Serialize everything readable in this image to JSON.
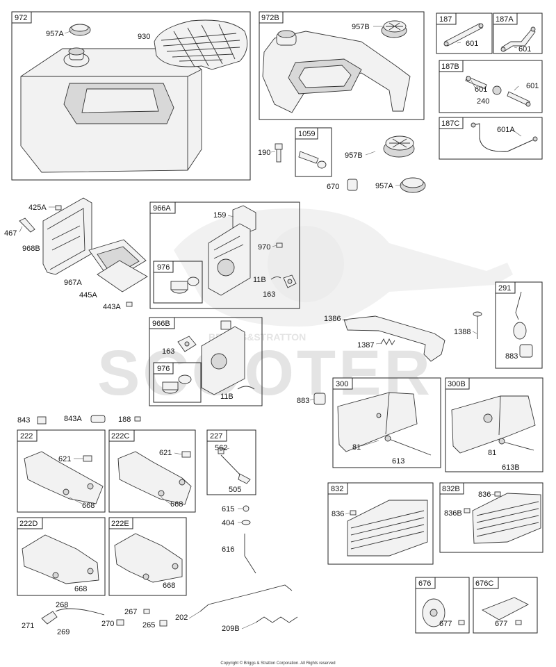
{
  "watermark": {
    "brand_small": "BRIGGS&STRATTON",
    "brand_large": "SCOOTER"
  },
  "copyright": "Copyright © Briggs & Stratton Corporation. All Rights reserved",
  "boxes": {
    "b972": "972",
    "b972B": "972B",
    "b187": "187",
    "b187A": "187A",
    "b187B": "187B",
    "b187C": "187C",
    "b1059": "1059",
    "b966A": "966A",
    "b976a": "976",
    "b966B": "966B",
    "b976b": "976",
    "b291": "291",
    "b300": "300",
    "b300B": "300B",
    "b222": "222",
    "b222C": "222C",
    "b227": "227",
    "b222D": "222D",
    "b222E": "222E",
    "b832": "832",
    "b832B": "832B",
    "b676": "676",
    "b676C": "676C"
  },
  "labels": {
    "l957A_a": "957A",
    "l930": "930",
    "l957B_a": "957B",
    "l601_a": "601",
    "l601_b": "601",
    "l601_c": "601",
    "l601_d": "601",
    "l240": "240",
    "l601A": "601A",
    "l190": "190",
    "l957B_b": "957B",
    "l670": "670",
    "l957A_b": "957A",
    "l425A": "425A",
    "l467": "467",
    "l968B": "968B",
    "l967A": "967A",
    "l445A": "445A",
    "l443A": "443A",
    "l159": "159",
    "l970": "970",
    "l11B_a": "11B",
    "l163_a": "163",
    "l163_b": "163",
    "l11B_b": "11B",
    "l1386": "1386",
    "l1387": "1387",
    "l1388": "1388",
    "l883_a": "883",
    "l883_b": "883",
    "l81_a": "81",
    "l613": "613",
    "l81_b": "81",
    "l613B": "613B",
    "l843": "843",
    "l843A": "843A",
    "l188": "188",
    "l621_a": "621",
    "l668_a": "668",
    "l621_b": "621",
    "l668_b": "668",
    "l562": "562",
    "l505": "505",
    "l615": "615",
    "l404": "404",
    "l616": "616",
    "l668_c": "668",
    "l668_d": "668",
    "l836_a": "836",
    "l836_b": "836",
    "l836B": "836B",
    "l268": "268",
    "l271": "271",
    "l269": "269",
    "l270": "270",
    "l267": "267",
    "l265": "265",
    "l202": "202",
    "l209B": "209B",
    "l677_a": "677",
    "l677_b": "677"
  }
}
